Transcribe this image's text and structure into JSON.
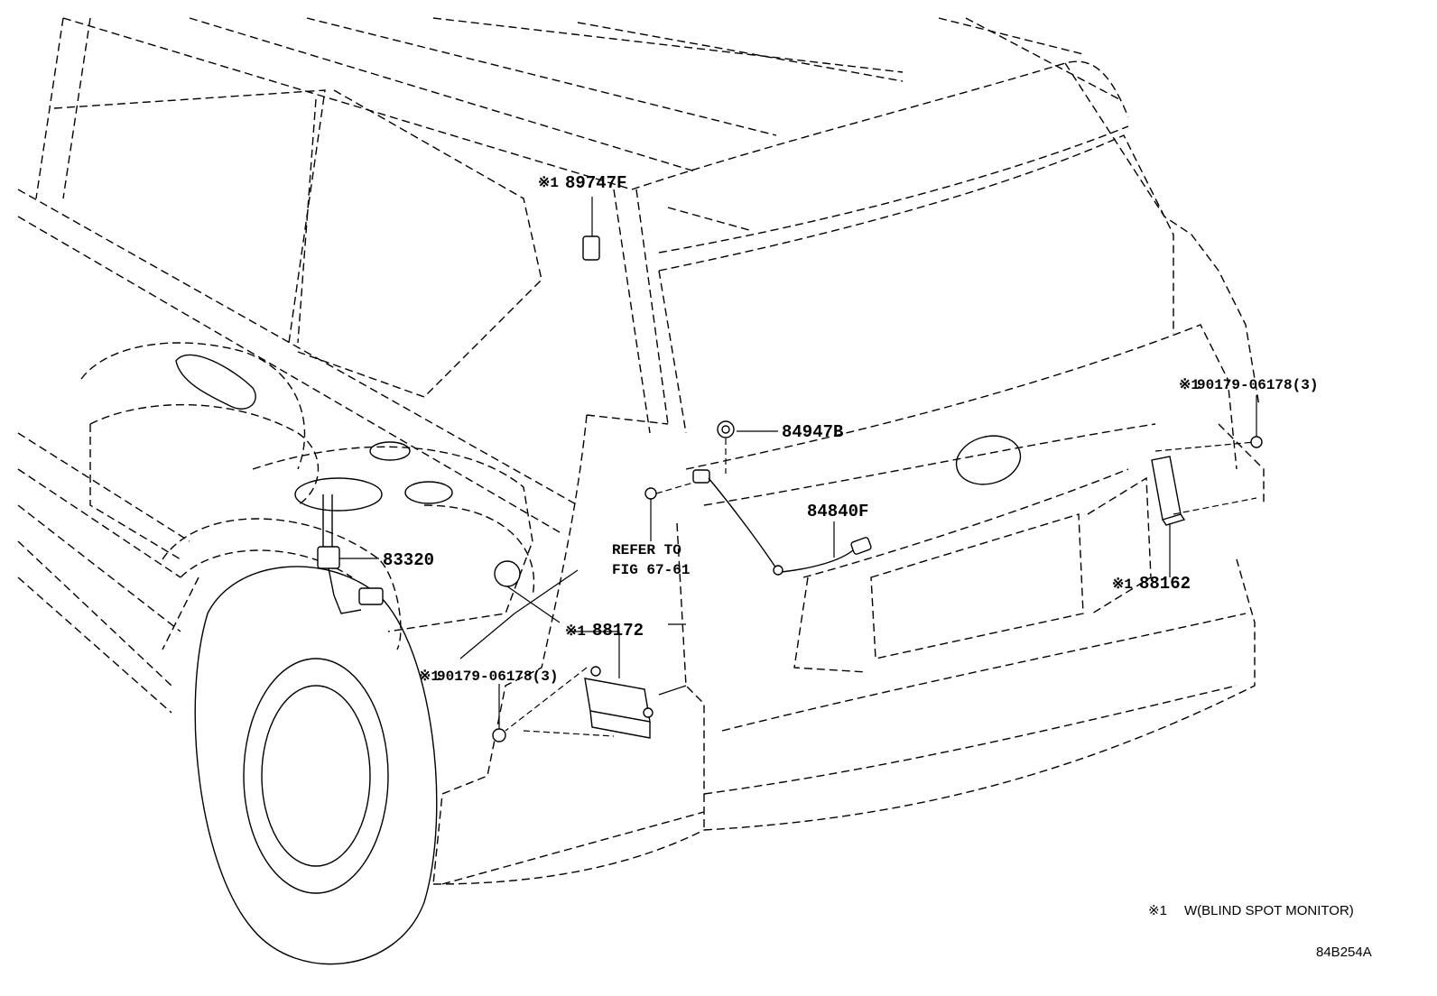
{
  "diagram": {
    "labels": {
      "p89747f": {
        "mark": "※1",
        "text": "89747F"
      },
      "p84947b": {
        "text": "84947B"
      },
      "p84840f": {
        "text": "84840F"
      },
      "p83320": {
        "text": "83320"
      },
      "refer_line1": "REFER TO",
      "refer_line2": "FIG 67-61",
      "p88172": {
        "mark": "※1",
        "text": "88172"
      },
      "p88162": {
        "mark": "※1",
        "text": "88162"
      },
      "p90179_right": {
        "mark": "※1",
        "text": "90179-06178(3)"
      },
      "p90179_left": {
        "mark": "※1",
        "text": "90179-06178(3)"
      }
    },
    "footnote": {
      "mark": "※1",
      "text": "W(BLIND SPOT MONITOR)"
    },
    "figure_code": "84B254A"
  }
}
